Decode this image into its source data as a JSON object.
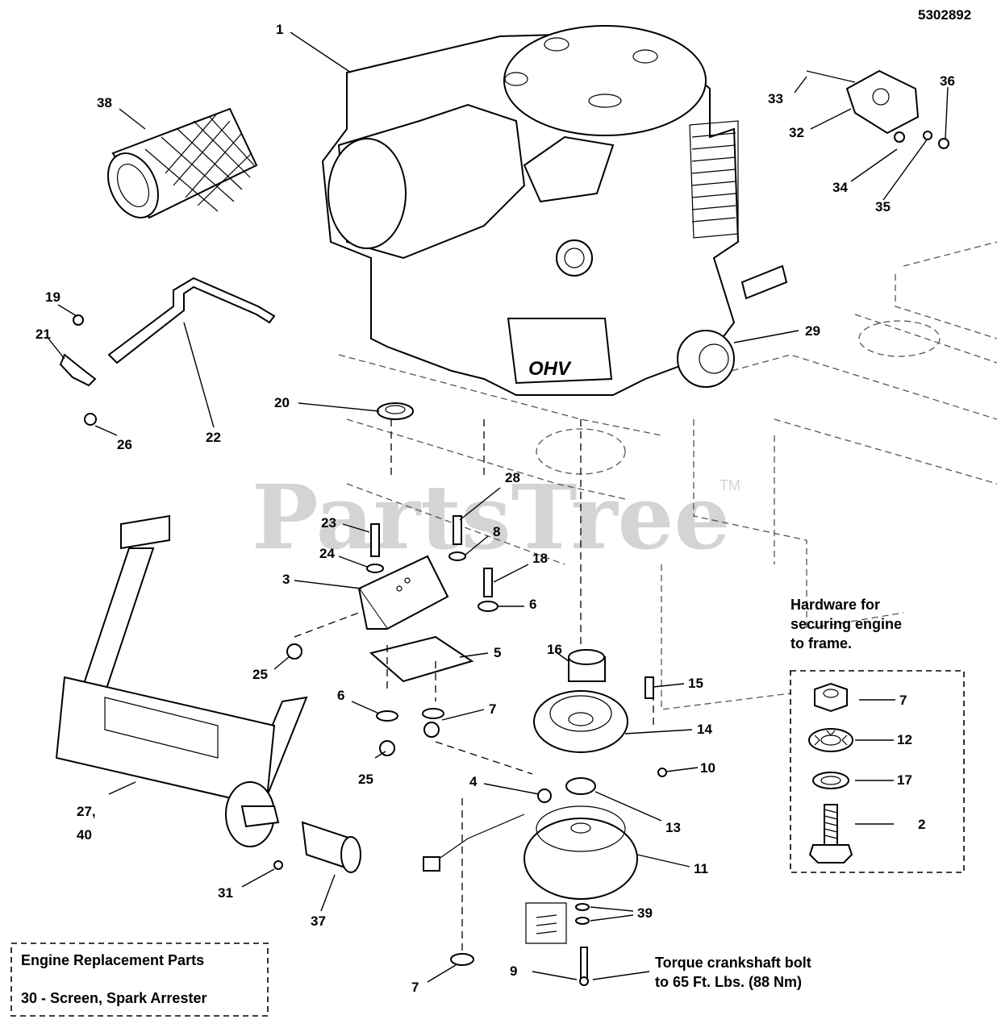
{
  "document_number": "5302892",
  "watermark": {
    "text": "PartsTree",
    "trademark": "TM"
  },
  "callouts": {
    "c1": "1",
    "c38": "38",
    "c33": "33",
    "c32": "32",
    "c36": "36",
    "c34": "34",
    "c35": "35",
    "c19": "19",
    "c21": "21",
    "c26": "26",
    "c22": "22",
    "c20": "20",
    "c29": "29",
    "c28": "28",
    "c23": "23",
    "c8": "8",
    "c24": "24",
    "c3": "3",
    "c18": "18",
    "c6a": "6",
    "c25a": "25",
    "c5": "5",
    "c16": "16",
    "c15": "15",
    "c6b": "6",
    "c7a": "7",
    "c14": "14",
    "c25b": "25",
    "c10": "10",
    "c4": "4",
    "c13": "13",
    "c27": "27,",
    "c40": "40",
    "c11": "11",
    "c31": "31",
    "c37": "37",
    "c39": "39",
    "c9": "9",
    "c7b": "7",
    "h7": "7",
    "h12": "12",
    "h17": "17",
    "h2": "2"
  },
  "hardware_note": {
    "line1": "Hardware for",
    "line2": "securing engine",
    "line3": "to frame."
  },
  "torque_note": {
    "line1": "Torque crankshaft bolt",
    "line2": "to 65 Ft. Lbs. (88 Nm)"
  },
  "replacement_box": {
    "title": "Engine Replacement Parts",
    "item": "30 - Screen, Spark Arrester"
  },
  "engine_badge": "OHV"
}
